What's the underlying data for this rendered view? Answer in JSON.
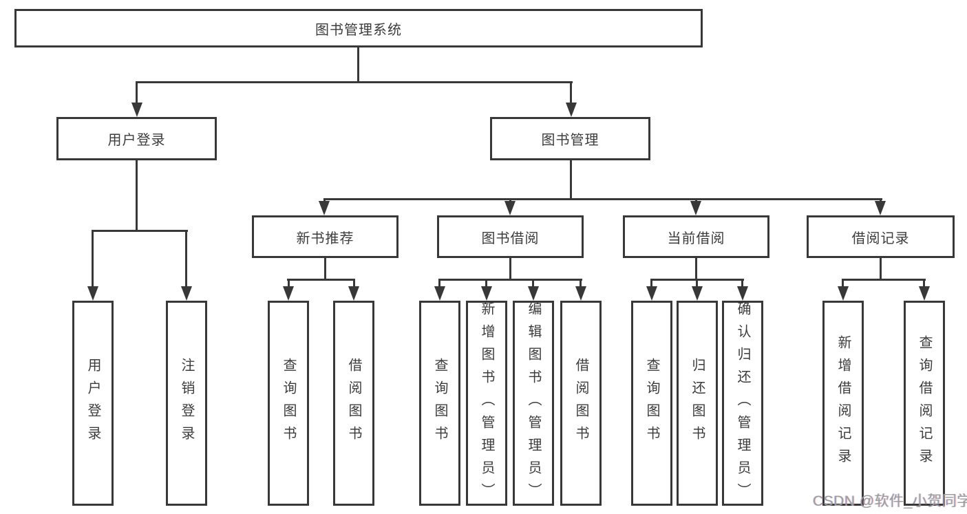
{
  "diagram_title": "图书管理系统",
  "colors": {
    "line": "#383838",
    "box_border": "#383838",
    "text": "#3c3c3c",
    "background": "#ffffff",
    "watermark": "#9c9c9c"
  },
  "watermark": "CSDN @软件_小贺同学",
  "tree": {
    "root": {
      "label": "图书管理系统"
    },
    "level2": [
      {
        "label": "用户登录",
        "children": [
          {
            "label": "用户登录"
          },
          {
            "label": "注销登录"
          }
        ]
      },
      {
        "label": "图书管理",
        "children": [
          {
            "label": "新书推荐",
            "children": [
              {
                "label": "查询图书"
              },
              {
                "label": "借阅图书"
              }
            ]
          },
          {
            "label": "图书借阅",
            "children": [
              {
                "label": "查询图书"
              },
              {
                "label": "新增图书（管理员）"
              },
              {
                "label": "编辑图书（管理员）"
              },
              {
                "label": "借阅图书"
              }
            ]
          },
          {
            "label": "当前借阅",
            "children": [
              {
                "label": "查询图书"
              },
              {
                "label": "归还图书"
              },
              {
                "label": "确认归还（管理员）"
              }
            ]
          },
          {
            "label": "借阅记录",
            "children": [
              {
                "label": "新增借阅记录"
              },
              {
                "label": "查询借阅记录"
              }
            ]
          }
        ]
      }
    ]
  }
}
